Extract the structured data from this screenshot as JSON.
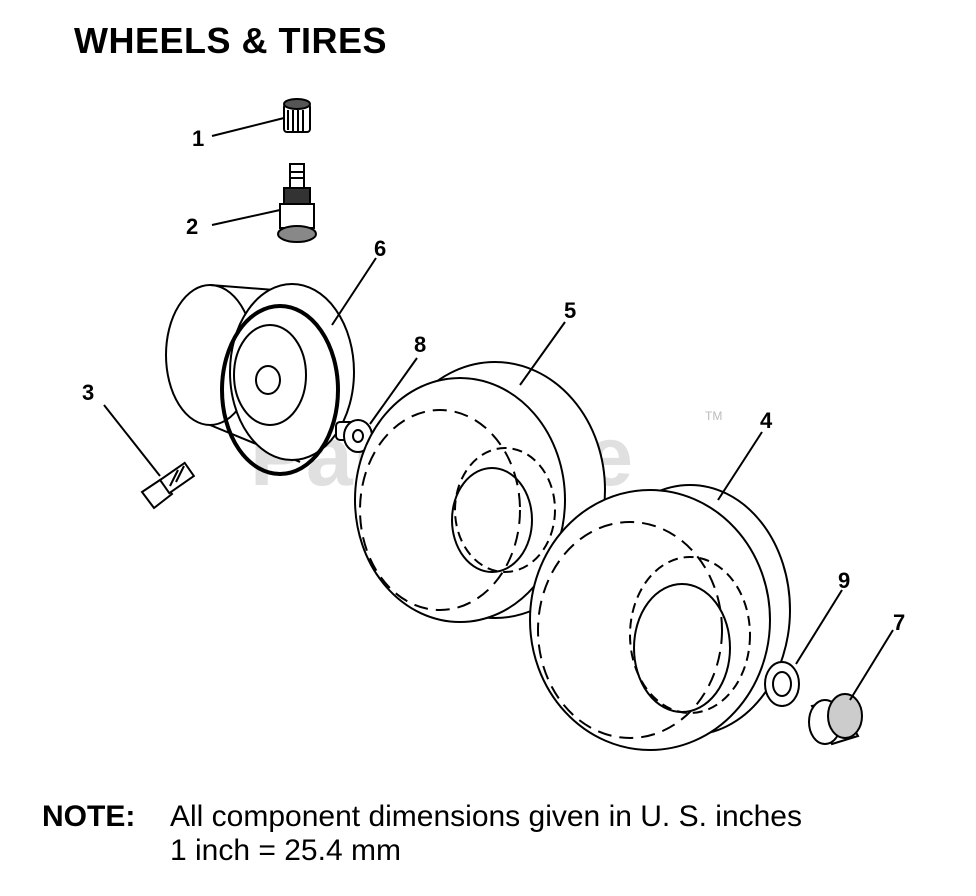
{
  "title": "WHEELS & TIRES",
  "watermark": "PartsTree",
  "watermark_tm": "TM",
  "callouts": [
    "1",
    "2",
    "3",
    "4",
    "5",
    "6",
    "7",
    "8",
    "9"
  ],
  "note": {
    "label": "NOTE:",
    "line1": "All component dimensions given in U. S. inches",
    "line2": "1 inch = 25.4 mm"
  }
}
